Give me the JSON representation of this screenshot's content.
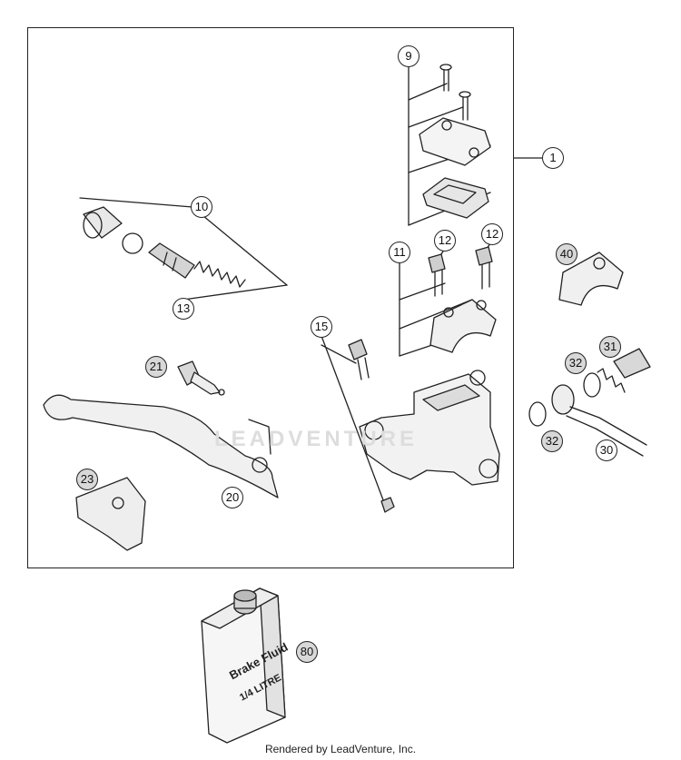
{
  "diagram": {
    "callouts": [
      "1",
      "9",
      "10",
      "11",
      "12",
      "12",
      "13",
      "15",
      "20",
      "21",
      "23",
      "30",
      "31",
      "32",
      "32",
      "40",
      "80"
    ],
    "container": {
      "label_line1": "Brake Fluid",
      "label_line2": "1/4 LITRE"
    },
    "watermark": "LEADVENTURE",
    "footer": "Rendered by LeadVenture, Inc."
  }
}
